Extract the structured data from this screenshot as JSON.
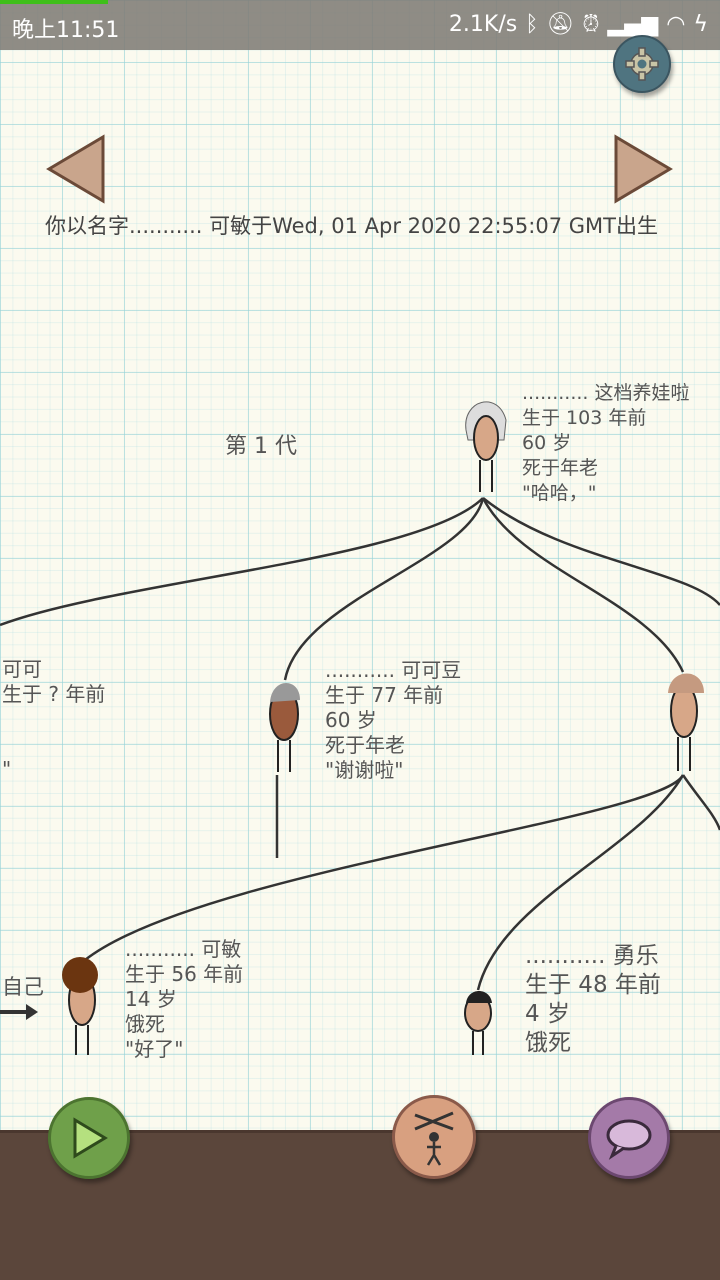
{
  "status_bar": {
    "time": "晚上11:51",
    "net_speed": "2.1K/s",
    "icons": [
      "bluetooth-icon",
      "mute-icon",
      "alarm-icon",
      "signal-icon",
      "wifi-icon",
      "charging-icon"
    ]
  },
  "headline": "你以名字........... 可敏于Wed, 01 Apr 2020 22:55:07 GMT出生",
  "generation_label": "第 1 代",
  "people": [
    {
      "name": "........... 这档养娃啦",
      "born": "生于 103 年前",
      "age": "60 岁",
      "death": "死于年老",
      "quote": "\"哈哈，\""
    },
    {
      "name": "可可",
      "born": "生于 ? 年前",
      "quote": "\""
    },
    {
      "name": "........... 可可豆",
      "born": "生于 77 年前",
      "age": "60 岁",
      "death": "死于年老",
      "quote": "\"谢谢啦\""
    },
    {
      "name": "........... 可敏",
      "born": "生于 56 年前",
      "age": "14 岁",
      "death": "饿死",
      "quote": "\"好了\""
    },
    {
      "name": "........... 勇乐",
      "born": "生于 48 年前",
      "age": "4 岁",
      "death": "饿死"
    }
  ],
  "self_label": "自己",
  "colors": {
    "ground": "#5b463b",
    "play": "#6fa04a",
    "chat": "#a47aa8",
    "puppet": "#d8a080"
  }
}
